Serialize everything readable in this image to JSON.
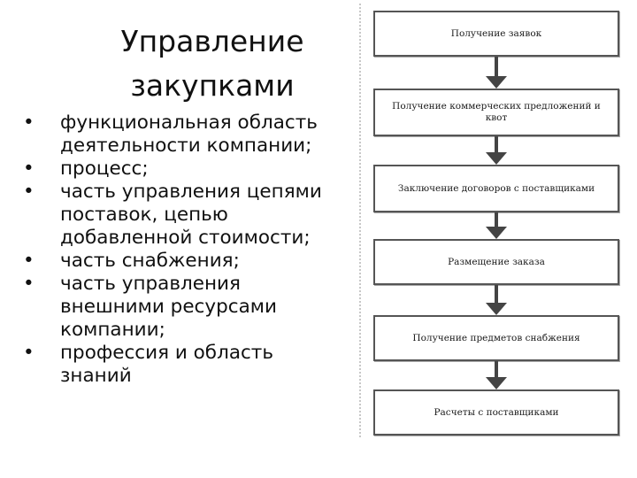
{
  "title": {
    "line1": "Управление",
    "line2": "закупками"
  },
  "bullets": [
    "функциональная область деятельности компании;",
    "процесс;",
    "часть управления цепями поставок, цепью добавленной стоимости;",
    "часть снабжения;",
    "часть управления внешними ресурсами компании;",
    "профессия и область знаний"
  ],
  "flow": {
    "steps": [
      "Получение заявок",
      "Получение коммерческих предложений и квот",
      "Заключение договоров с поставщиками",
      "Размещение заказа",
      "Получение предметов снабжения",
      "Расчеты с поставщиками"
    ]
  }
}
